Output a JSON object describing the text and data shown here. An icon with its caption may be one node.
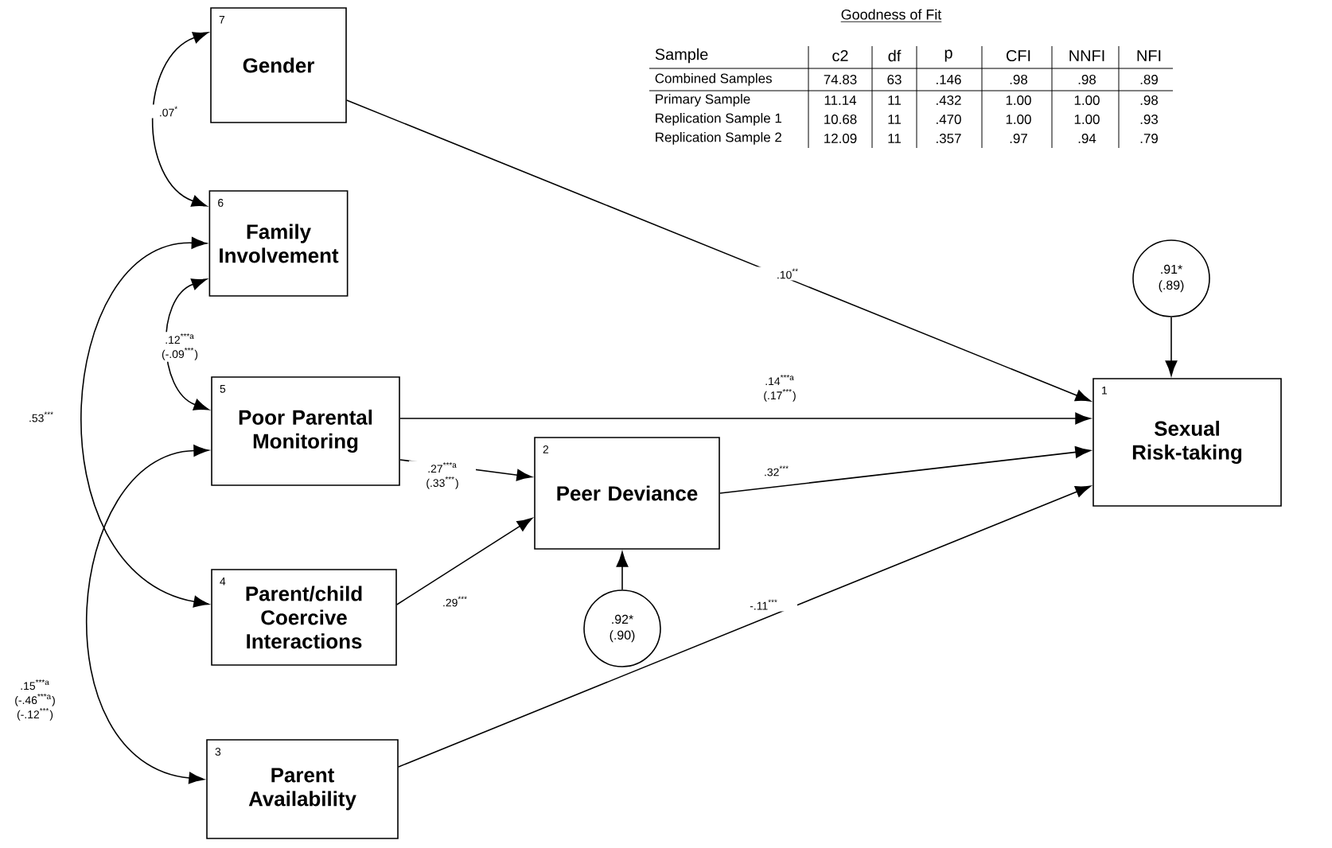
{
  "diagram": {
    "nodes": [
      {
        "text": [
          "7",
          "Gender"
        ]
      },
      {
        "text": [
          "6",
          "Family Involvement"
        ]
      },
      {
        "text": [
          "5",
          "Poor Parental Monitoring"
        ]
      },
      {
        "text": [
          "4",
          "Parent/child Coercive Interactions"
        ]
      },
      {
        "text": [
          "3",
          "Parent Availability"
        ]
      },
      {
        "text": [
          "2",
          "Peer Deviance"
        ]
      },
      {
        "text": [
          "1",
          "Sexual Risk-taking"
        ]
      },
      {
        "text": [
          ".91*",
          "(.89)"
        ]
      },
      {
        "text": [
          ".92*",
          "(.90)"
        ]
      }
    ],
    "edges": [
      {
        "from": 0,
        "to": 6,
        "arrow": "to",
        "label": ".10$^{**}$"
      },
      {
        "from": 0,
        "to": 1,
        "arrow": "both",
        "label": ".07$^{*}$"
      },
      {
        "from": 1,
        "to": 2,
        "arrow": "both",
        "label": ".12$^{***a}$ (-.09$^{***}$)"
      },
      {
        "from": 1,
        "to": 3,
        "arrow": "both",
        "label": ".53$^{***}$"
      },
      {
        "from": 2,
        "to": 4,
        "arrow": "both",
        "label": ".15$^{***a}$ (-.46$^{***a}$) (-.12$^{***}$)"
      },
      {
        "from": 2,
        "to": 6,
        "arrow": "to",
        "label": ".14$^{***a}$ (.17$^{***}$)"
      },
      {
        "from": 2,
        "to": 5,
        "arrow": "to",
        "label": ".27$^{***a}$ (.33$^{***}$)"
      },
      {
        "from": 3,
        "to": 5,
        "arrow": "to",
        "label": ".29$^{***}$"
      },
      {
        "from": 5,
        "to": 6,
        "arrow": "to",
        "label": ".32$^{***}$"
      },
      {
        "from": 4,
        "to": 6,
        "arrow": "to",
        "label": "-.11$^{***}$"
      },
      {
        "from": 7,
        "to": 6,
        "arrow": "to"
      },
      {
        "from": 8,
        "to": 5,
        "arrow": "to"
      }
    ],
    "labels": [
      "Goodness of Fit",
      "Sample",
      "c2",
      "df",
      "p",
      "CFI",
      "NNFI",
      "NFI",
      "Combined Samples",
      "74.83",
      "63",
      ".146",
      ".98",
      ".98",
      ".89",
      "Primary Sample",
      "11.14",
      "11",
      ".432",
      "1.00",
      "1.00",
      ".98",
      "Replication Sample 1",
      "10.68",
      "11",
      ".470",
      "1.00",
      "1.00",
      ".93",
      "Replication Sample 2",
      "12.09",
      "11",
      ".357",
      ".97",
      ".94",
      ".79"
    ]
  }
}
